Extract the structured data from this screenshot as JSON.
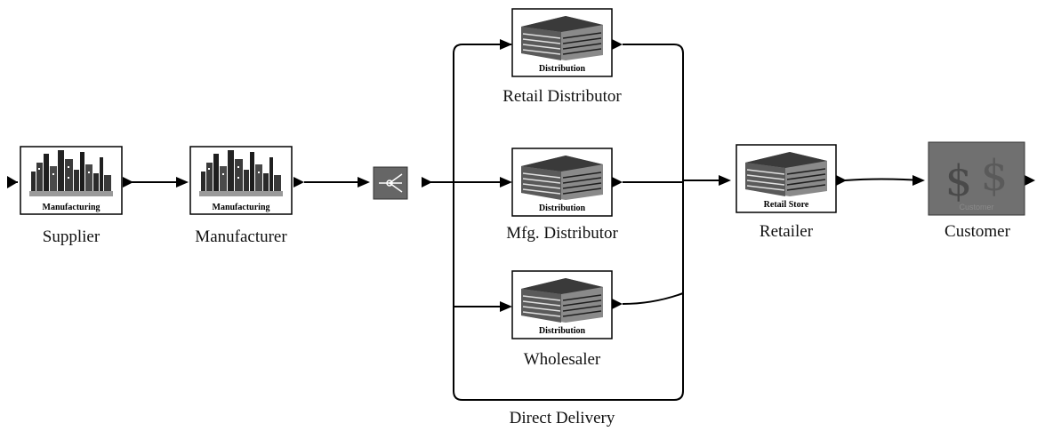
{
  "diagram": {
    "nodes": {
      "supplier": {
        "label": "Supplier",
        "icon_caption": "Manufacturing",
        "icon": "factory-icon"
      },
      "manufacturer": {
        "label": "Manufacturer",
        "icon_caption": "Manufacturing",
        "icon": "factory-icon"
      },
      "splitter": {
        "icon": "splitter-icon"
      },
      "retail_distributor": {
        "label": "Retail Distributor",
        "icon_caption": "Distribution",
        "icon": "warehouse-icon"
      },
      "mfg_distributor": {
        "label": "Mfg. Distributor",
        "icon_caption": "Distribution",
        "icon": "warehouse-icon"
      },
      "wholesaler": {
        "label": "Wholesaler",
        "icon_caption": "Distribution",
        "icon": "warehouse-icon"
      },
      "retailer": {
        "label": "Retailer",
        "icon_caption": "Retail Store",
        "icon": "store-icon"
      },
      "customer": {
        "label": "Customer",
        "icon_caption": "Customer",
        "icon": "customer-icon"
      }
    },
    "direct_delivery_label": "Direct Delivery",
    "colors": {
      "line": "#000000",
      "icon_bg": "#ffffff",
      "splitter_fill": "#666666",
      "customer_fill": "#707070"
    }
  }
}
